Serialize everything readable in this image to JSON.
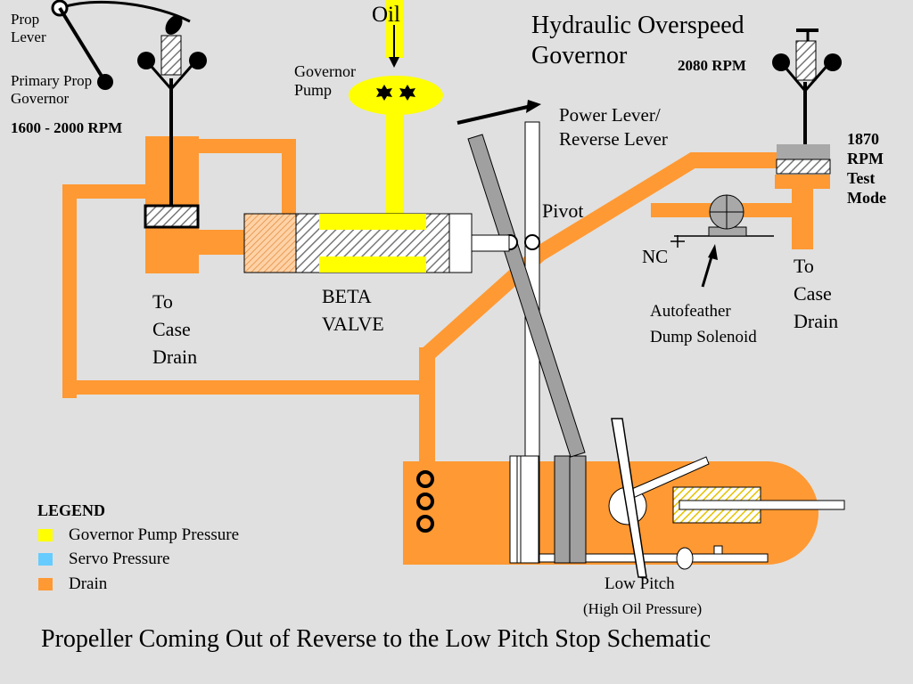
{
  "diagram": {
    "title": "Propeller Coming Out of Reverse to the Low Pitch Stop Schematic",
    "header": "Hydraulic Overspeed Governor",
    "labels": {
      "prop_lever": "Prop Lever",
      "primary_prop_governor": "Primary Prop Governor",
      "primary_rpm": "1600 - 2000 RPM",
      "oil": "Oil",
      "governor_pump": "Governor Pump",
      "overspeed_rpm": "2080 RPM",
      "power_lever": "Power Lever/ Reverse Lever",
      "test_mode": "1870 RPM Test Mode",
      "pivot": "Pivot",
      "nc": "NC",
      "to_case_drain_left": "To Case Drain",
      "to_case_drain_right": "To Case Drain",
      "beta_valve": "BETA VALVE",
      "autofeather": "Autofeather Dump Solenoid",
      "low_pitch": "Low Pitch",
      "high_oil_pressure": "(High Oil Pressure)"
    },
    "legend": {
      "title": "LEGEND",
      "items": [
        {
          "label": "Governor Pump Pressure",
          "color": "#ffff00"
        },
        {
          "label": "Servo Pressure",
          "color": "#66ccff"
        },
        {
          "label": "Drain",
          "color": "#ff9933"
        }
      ]
    },
    "colors": {
      "background": "#e0e0e0",
      "drain": "#ff9933",
      "pump": "#ffff00",
      "servo": "#66ccff"
    }
  }
}
